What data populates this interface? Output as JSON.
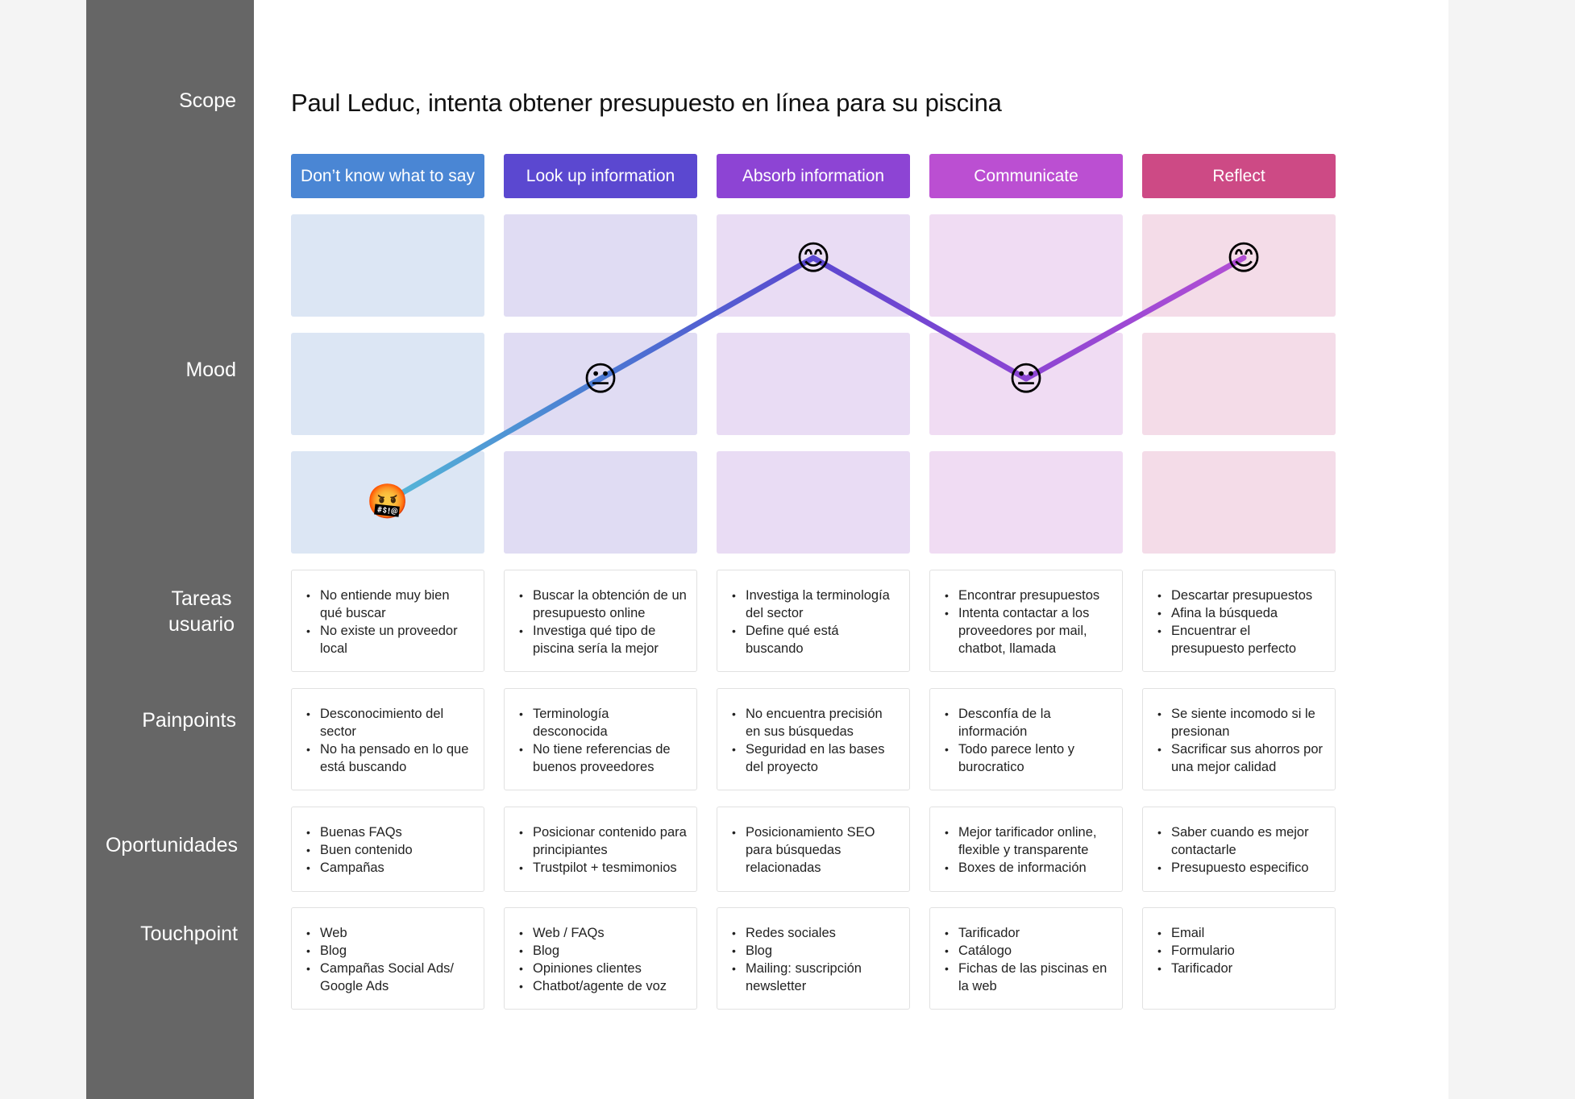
{
  "title": "Paul Leduc, intenta obtener presupuesto en línea para su piscina",
  "row_labels": {
    "scope": "Scope",
    "mood": "Mood",
    "tareas_line1": "Tareas",
    "tareas_line2": "usuario",
    "painpoints": "Painpoints",
    "oportunidades": "Oportunidades",
    "touchpoint": "Touchpoint"
  },
  "stages": [
    {
      "label": "Don’t know what to say",
      "color": "#4a86d4",
      "tint": "#dce6f4",
      "mood_level": 0,
      "emoji": "🤬"
    },
    {
      "label": "Look up information",
      "color": "#5b48d0",
      "tint": "#e0dcf3",
      "mood_level": 1,
      "emoji": "😐"
    },
    {
      "label": "Absorb information",
      "color": "#8d44d4",
      "tint": "#e9dcf4",
      "mood_level": 2,
      "emoji": "😊"
    },
    {
      "label": "Communicate",
      "color": "#bb4fd2",
      "tint": "#f0dcf3",
      "mood_level": 1,
      "emoji": "😐"
    },
    {
      "label": "Reflect",
      "color": "#cd4a85",
      "tint": "#f4dce8",
      "mood_level": 2,
      "emoji": "😊"
    }
  ],
  "mood_line_colors": [
    "#55b8d8",
    "#4a78d2",
    "#5b48d0",
    "#8c45d3",
    "#b24fd4"
  ],
  "tareas": [
    [
      "No entiende muy bien qué buscar",
      "No existe un proveedor local"
    ],
    [
      "Buscar la obtención de un presupuesto online",
      "Investiga qué tipo de piscina sería la mejor"
    ],
    [
      "Investiga la terminología del sector",
      "Define qué está buscando"
    ],
    [
      "Encontrar presupuestos",
      "Intenta contactar a los proveedores por mail, chatbot, llamada"
    ],
    [
      "Descartar presupuestos",
      "Afina la búsqueda",
      "Encuentrar el presupuesto perfecto"
    ]
  ],
  "painpoints": [
    [
      "Desconocimiento del sector",
      "No ha pensado en lo que está buscando"
    ],
    [
      "Terminología desconocida",
      "No tiene referencias de buenos proveedores"
    ],
    [
      "No encuentra precisión en sus búsquedas",
      "Seguridad en las bases del proyecto"
    ],
    [
      "Desconfía de la información",
      "Todo parece lento y burocratico"
    ],
    [
      "Se siente incomodo si le presionan",
      "Sacrificar sus ahorros por una mejor calidad"
    ]
  ],
  "oportunidades": [
    [
      "Buenas FAQs",
      "Buen contenido",
      "Campañas"
    ],
    [
      "Posicionar contenido para principiantes",
      "Trustpilot + tesmimonios"
    ],
    [
      "Posicionamiento SEO para búsquedas relacionadas"
    ],
    [
      "Mejor tarificador online, flexible y transparente",
      "Boxes de información"
    ],
    [
      "Saber cuando es mejor contactarle",
      "Presupuesto especifico"
    ]
  ],
  "touchpoint": [
    [
      "Web",
      "Blog",
      "Campañas Social Ads/ Google Ads"
    ],
    [
      "Web / FAQs",
      "Blog",
      "Opiniones clientes",
      "Chatbot/agente de voz"
    ],
    [
      "Redes sociales",
      "Blog",
      "Mailing: suscripción newsletter"
    ],
    [
      "Tarificador",
      "Catálogo",
      "Fichas de las piscinas en la web"
    ],
    [
      "Email",
      "Formulario",
      "Tarificador"
    ]
  ]
}
